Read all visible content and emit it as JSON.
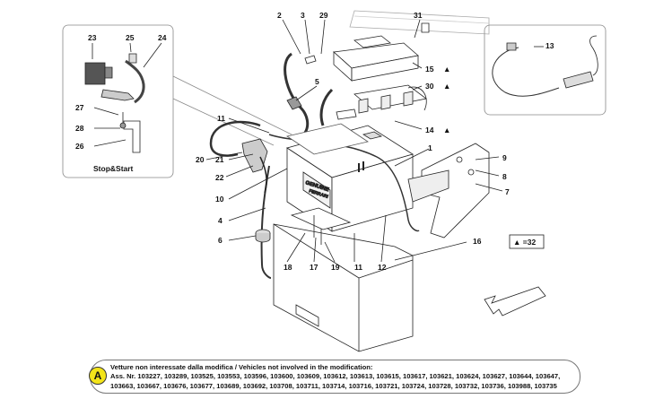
{
  "callouts": {
    "c2": "2",
    "c3": "3",
    "c29": "29",
    "c31": "31",
    "c23": "23",
    "c25": "25",
    "c24": "24",
    "c27": "27",
    "c28": "28",
    "c26": "26",
    "c13": "13",
    "c15": "15",
    "c30": "30",
    "c14": "14",
    "c5": "5",
    "c11a": "11",
    "c1": "1",
    "c9": "9",
    "c8": "8",
    "c7": "7",
    "c20": "20",
    "c21": "21",
    "c22": "22",
    "c10": "10",
    "c4": "4",
    "c6": "6",
    "c16": "16",
    "c18": "18",
    "c17": "17",
    "c19": "19",
    "c11b": "11",
    "c12": "12"
  },
  "inset_left": {
    "caption": "Stop&Start"
  },
  "legend_box": {
    "text": "▲ =32"
  },
  "battery_label": {
    "brand": "GENUINE",
    "sub": "FERRARI"
  },
  "note": {
    "badge": "A",
    "line1": "Vetture non interessate dalla modifica / Vehicles not involved in the modification:",
    "line2": "Ass. Nr. 103227, 103289, 103525, 103553, 103596, 103600, 103609, 103612, 103613, 103615, 103617, 103621, 103624, 103627, 103644, 103647,",
    "line3": "103663, 103667, 103676, 103677, 103689, 103692, 103708, 103711, 103714, 103716, 103721, 103724, 103728, 103732, 103736, 103988, 103735"
  },
  "colors": {
    "badge_yellow": "#f3e41a",
    "line": "#222222"
  }
}
